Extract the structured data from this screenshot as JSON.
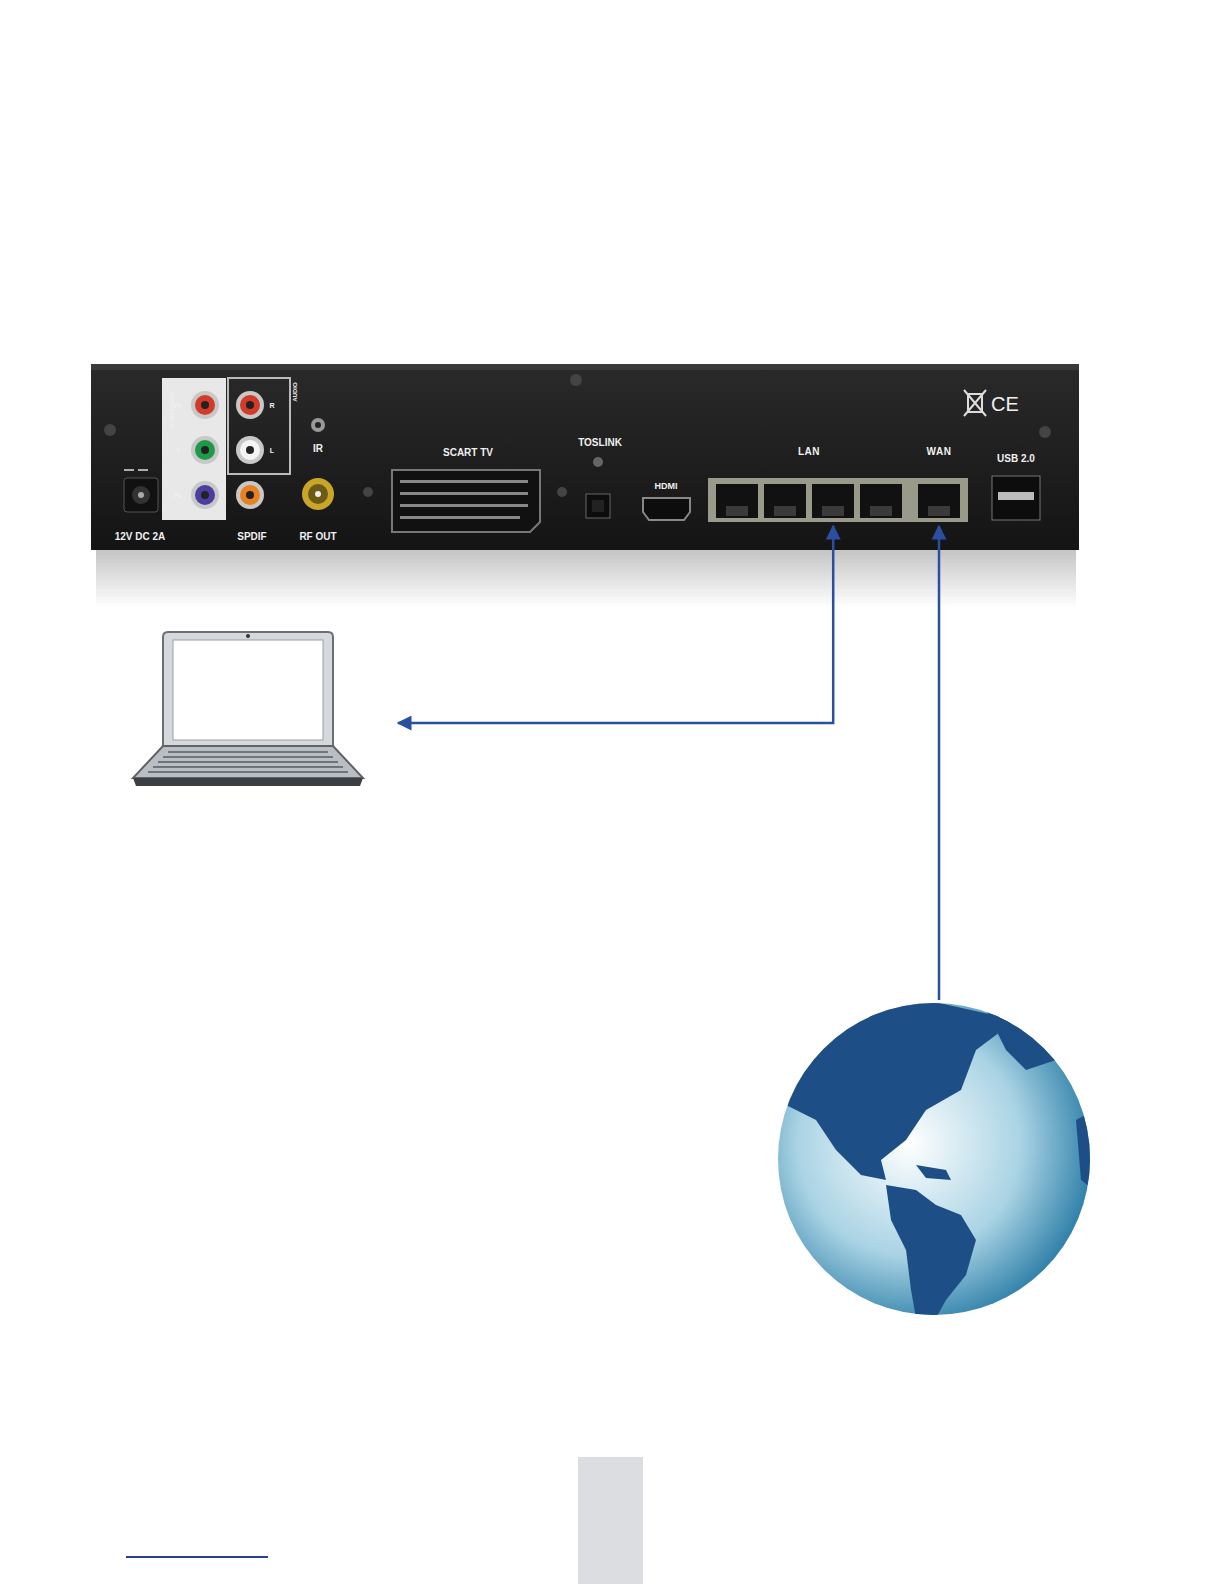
{
  "diagram": {
    "nodes": [
      {
        "text": [
          "LAN"
        ]
      },
      {
        "text": [
          "WAN"
        ]
      },
      {
        "text": []
      },
      {
        "text": []
      }
    ],
    "edges": [
      {
        "from": 0,
        "to": 2,
        "arrow": "both"
      },
      {
        "from": 3,
        "to": 1,
        "arrow": "to"
      }
    ],
    "labels": [
      "COMPONENT",
      "Pr",
      "Y",
      "Pb",
      "AUDIO",
      "R",
      "L",
      "IR",
      "SCART TV",
      "TOSLINK",
      "HDMI",
      "USB 2.0",
      "12V DC 2A",
      "SPDIF",
      "RF OUT",
      "CE"
    ]
  }
}
